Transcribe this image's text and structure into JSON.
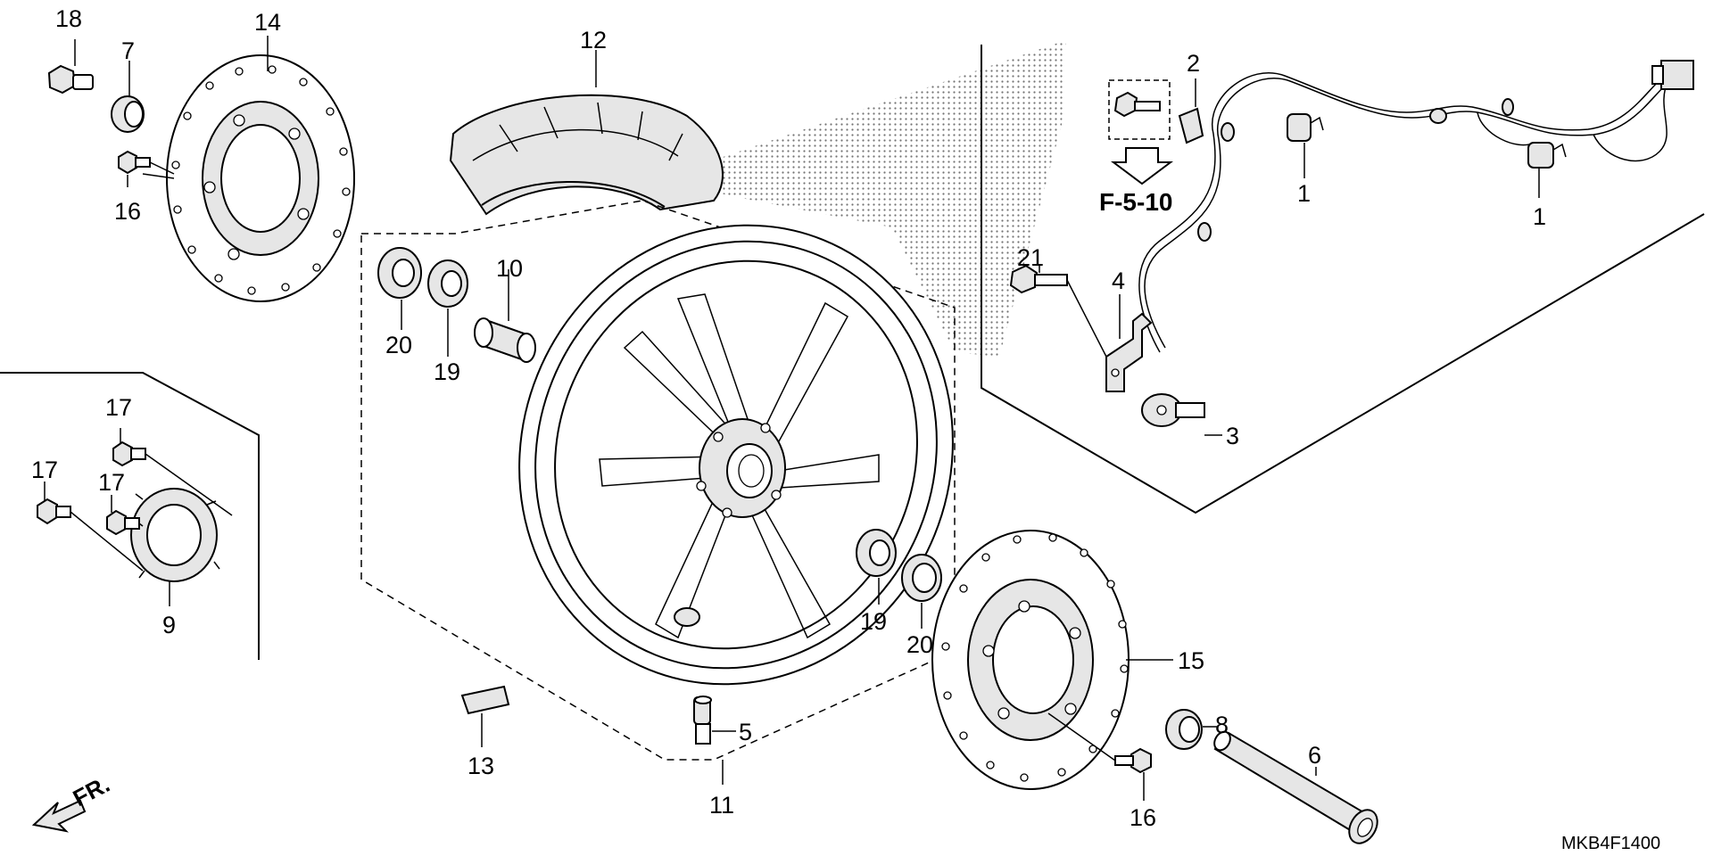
{
  "diagram": {
    "code": "MKB4F1400",
    "reference": "F-5-10",
    "direction_label": "FR.",
    "callouts": {
      "c1a": "1",
      "c1b": "1",
      "c2": "2",
      "c3": "3",
      "c4": "4",
      "c5": "5",
      "c6": "6",
      "c7": "7",
      "c8": "8",
      "c9": "9",
      "c10": "10",
      "c11": "11",
      "c12": "12",
      "c13": "13",
      "c14": "14",
      "c15": "15",
      "c16a": "16",
      "c16b": "16",
      "c17a": "17",
      "c17b": "17",
      "c17c": "17",
      "c18": "18",
      "c19a": "19",
      "c19b": "19",
      "c20a": "20",
      "c20b": "20",
      "c21": "21"
    }
  }
}
